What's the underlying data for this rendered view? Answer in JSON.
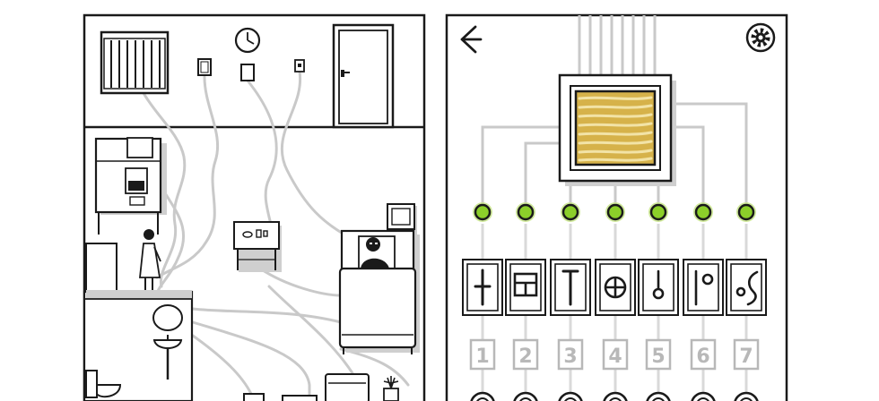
{
  "colors": {
    "ink": "#1a1a1a",
    "wire": "#c9c9c9",
    "accent_green": "#8ccf2a",
    "accent_green_glow": "#cfe89a",
    "core_gold": "#d6b24a",
    "core_light": "#f2e3a6",
    "shadow": "#cfcfcf",
    "number_grey": "#b8b8b8"
  },
  "left_panel": {
    "room": "bedroom-cross-section",
    "icons": [
      "radiator-icon",
      "clock-icon",
      "light-switch-icon",
      "door-icon",
      "microwave-icon",
      "table-icon",
      "person-icon",
      "tv-icon",
      "bed-icon",
      "sink-icon",
      "mirror-icon",
      "toilet-icon",
      "plant-icon"
    ]
  },
  "right_panel": {
    "back_icon": "arrow-left-icon",
    "settings_icon": "gear-icon",
    "core": "gold-core-chip",
    "nodes": [
      {
        "lit": true
      },
      {
        "lit": true
      },
      {
        "lit": true
      },
      {
        "lit": true
      },
      {
        "lit": true
      },
      {
        "lit": true
      },
      {
        "lit": true
      }
    ],
    "symbols": [
      {
        "name": "symbol-cross-icon"
      },
      {
        "name": "symbol-window-icon"
      },
      {
        "name": "symbol-t-bar-icon"
      },
      {
        "name": "symbol-circle-plus-icon"
      },
      {
        "name": "symbol-drop-icon"
      },
      {
        "name": "symbol-pipe-circle-icon"
      },
      {
        "name": "symbol-o-s-icon"
      }
    ],
    "numbers": [
      "1",
      "2",
      "3",
      "4",
      "5",
      "6",
      "7"
    ]
  }
}
